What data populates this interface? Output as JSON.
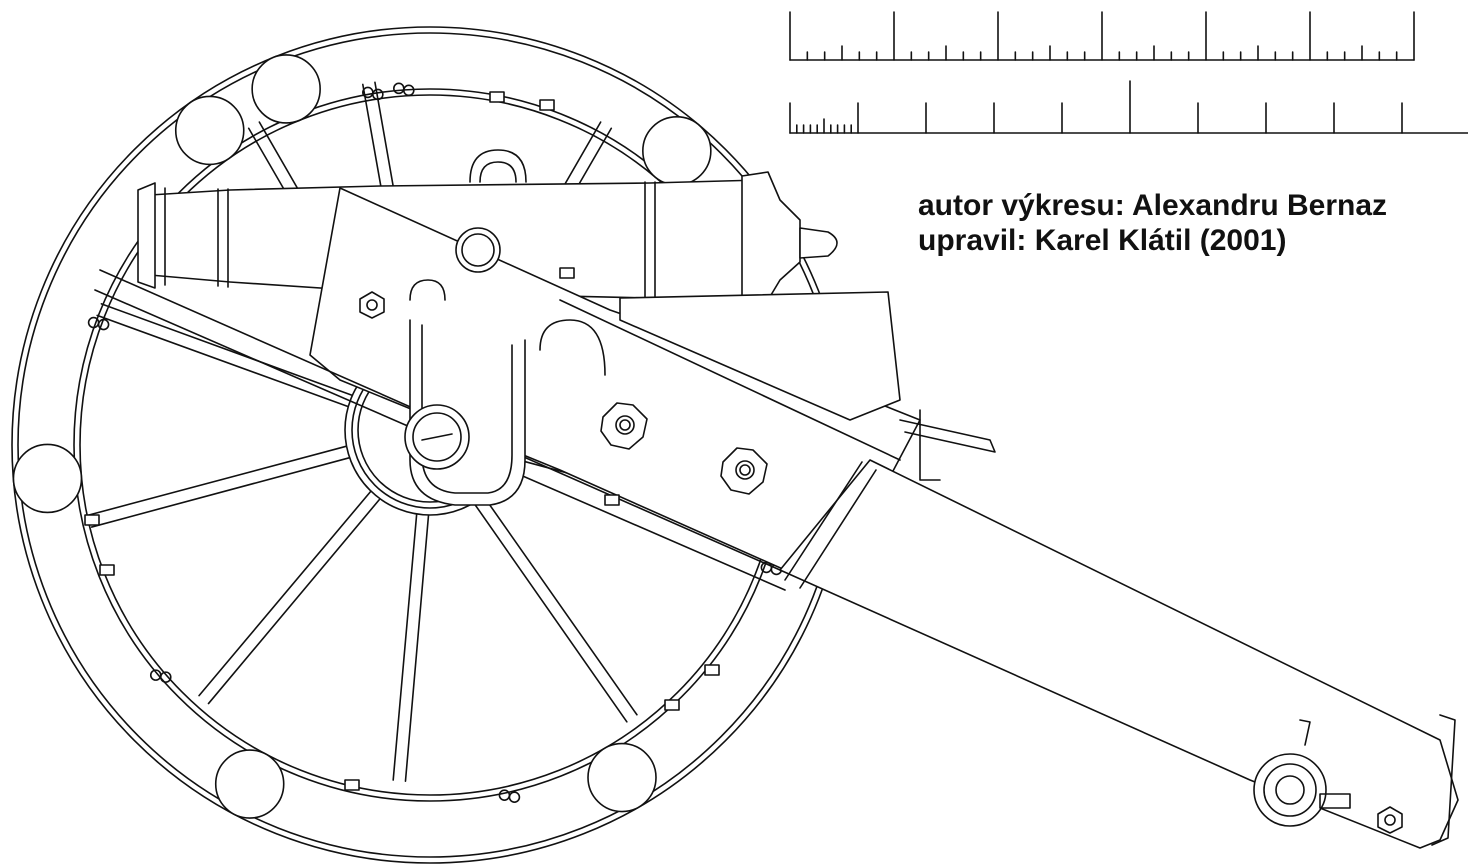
{
  "credits": {
    "author": "autor výkresu: Alexandru Bernaz",
    "editor": "upravil: Karel Klátil (2001)"
  },
  "colors": {
    "line": "#111111",
    "background": "#ffffff",
    "text": "#111111"
  },
  "icons": {
    "subject": "cannon-on-field-carriage-technical-drawing"
  }
}
